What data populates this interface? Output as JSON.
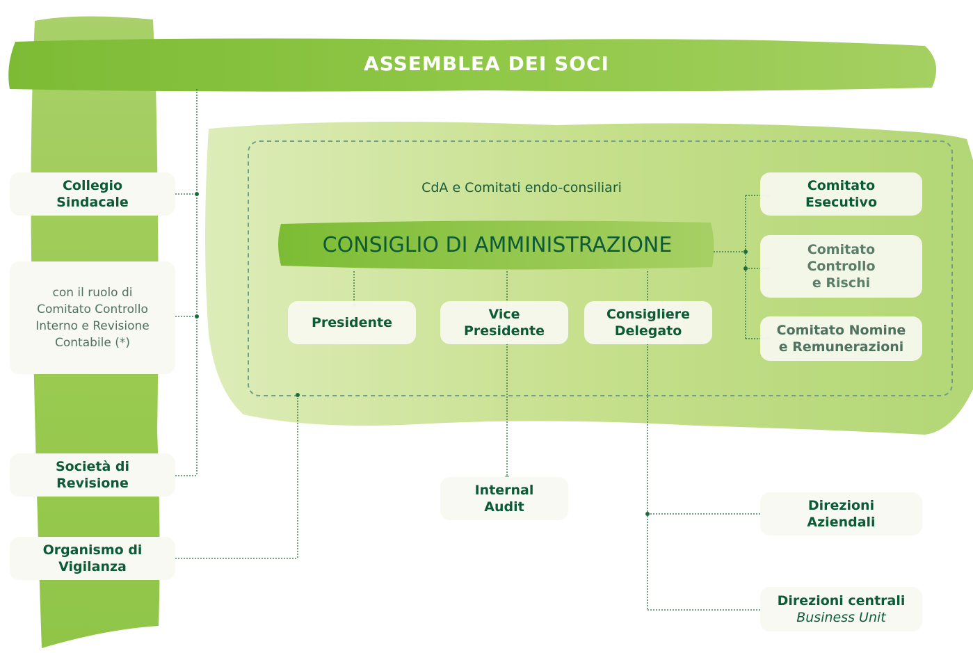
{
  "header": {
    "title": "ASSEMBLEA DEI SOCI"
  },
  "board": {
    "section_label": "CdA e Comitati endo-consiliari",
    "title": "CONSIGLIO DI AMMINISTRAZIONE",
    "members": [
      {
        "line1": "Presidente",
        "line2": ""
      },
      {
        "line1": "Vice",
        "line2": "Presidente"
      },
      {
        "line1": "Consigliere",
        "line2": "Delegato"
      }
    ],
    "committees": [
      {
        "line1": "Comitato",
        "line2": "Esecutivo",
        "line3": ""
      },
      {
        "line1": "Comitato",
        "line2": "Controllo",
        "line3": "e Rischi"
      },
      {
        "line1": "Comitato Nomine",
        "line2": "e Remunerazioni",
        "line3": ""
      }
    ]
  },
  "left_column": {
    "collegio": {
      "line1": "Collegio",
      "line2": "Sindacale"
    },
    "collegio_role": {
      "line1": "con il ruolo di",
      "line2": "Comitato Controllo",
      "line3": "Interno e Revisione",
      "line4": "Contabile (*)"
    },
    "societa": {
      "line1": "Società di",
      "line2": "Revisione"
    },
    "organismo": {
      "line1": "Organismo di",
      "line2": "Vigilanza"
    }
  },
  "internal_audit": {
    "line1": "Internal",
    "line2": "Audit"
  },
  "directions": {
    "aziendali": {
      "line1": "Direzioni",
      "line2": "Aziendali"
    },
    "centrali": {
      "line1": "Direzioni centrali",
      "line2": "Business Unit"
    }
  },
  "colors": {
    "header_green": "#8cc63f",
    "panel_green": "#c4de86",
    "text_dark_green": "#0d5a37",
    "connector": "#1f6b3d"
  }
}
